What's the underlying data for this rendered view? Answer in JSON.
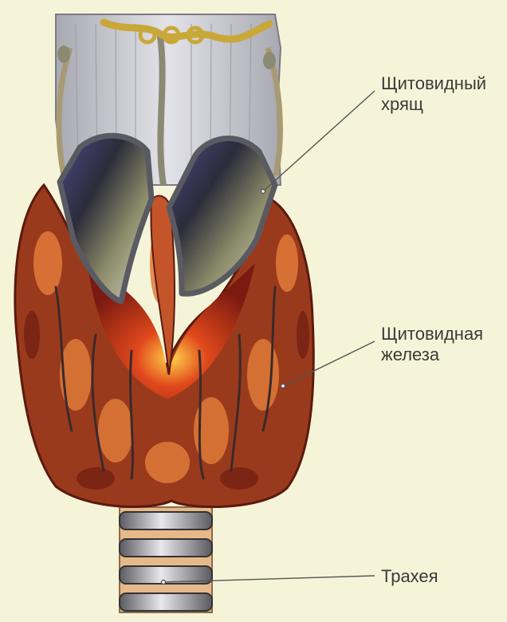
{
  "labels": {
    "thyroid_cartilage": [
      "Щитовидный",
      "хрящ"
    ],
    "thyroid_gland": [
      "Щитовидная",
      "железа"
    ],
    "trachea": "Трахея"
  },
  "colors": {
    "background": "#f6f4d8",
    "gland_dark": "#7a2418",
    "gland_mid": "#b24a22",
    "gland_light": "#e07a3a",
    "cartilage": "#6e6e72",
    "muscle": "#c9c9cf",
    "nerve": "#c9a83a",
    "trachea_ring": "#9a9aa0",
    "trachea_band": "#e7b98a",
    "leader_line": "#555555"
  },
  "icons": {
    "illustration": "thyroid-anatomy-illustration"
  }
}
